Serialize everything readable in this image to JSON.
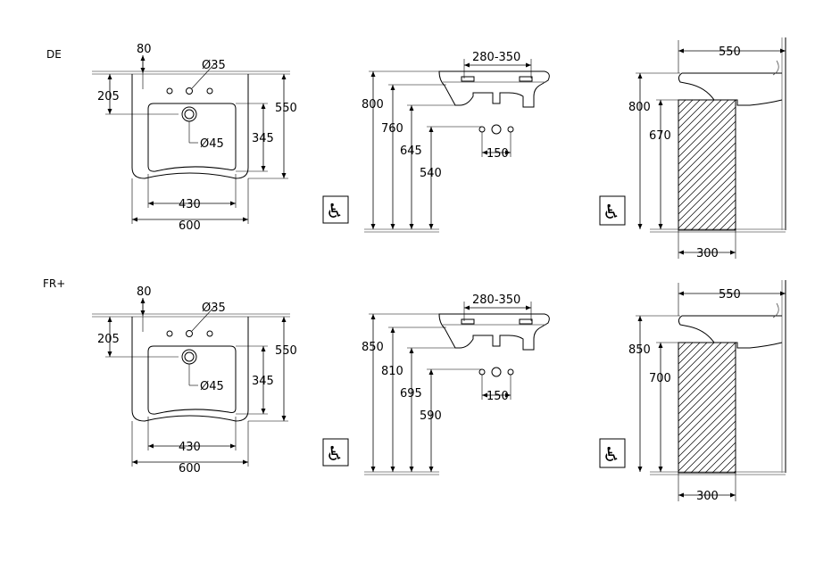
{
  "rows": [
    {
      "label": "DE",
      "front": {
        "d80": "80",
        "dia35": "Ø35",
        "d205": "205",
        "d550": "550",
        "d345": "345",
        "dia45": "Ø45",
        "d430": "430",
        "d600": "600"
      },
      "side": {
        "span": "280-350",
        "h1": "800",
        "h2": "760",
        "h3": "645",
        "h4": "540",
        "d150": "150"
      },
      "wall": {
        "depth": "550",
        "h1": "800",
        "h2": "670",
        "w300": "300"
      },
      "icon": "wheelchair-icon"
    },
    {
      "label": "FR+",
      "front": {
        "d80": "80",
        "dia35": "Ø35",
        "d205": "205",
        "d550": "550",
        "d345": "345",
        "dia45": "Ø45",
        "d430": "430",
        "d600": "600"
      },
      "side": {
        "span": "280-350",
        "h1": "850",
        "h2": "810",
        "h3": "695",
        "h4": "590",
        "d150": "150"
      },
      "wall": {
        "depth": "550",
        "h1": "850",
        "h2": "700",
        "w300": "300"
      },
      "icon": "wheelchair-icon"
    }
  ]
}
